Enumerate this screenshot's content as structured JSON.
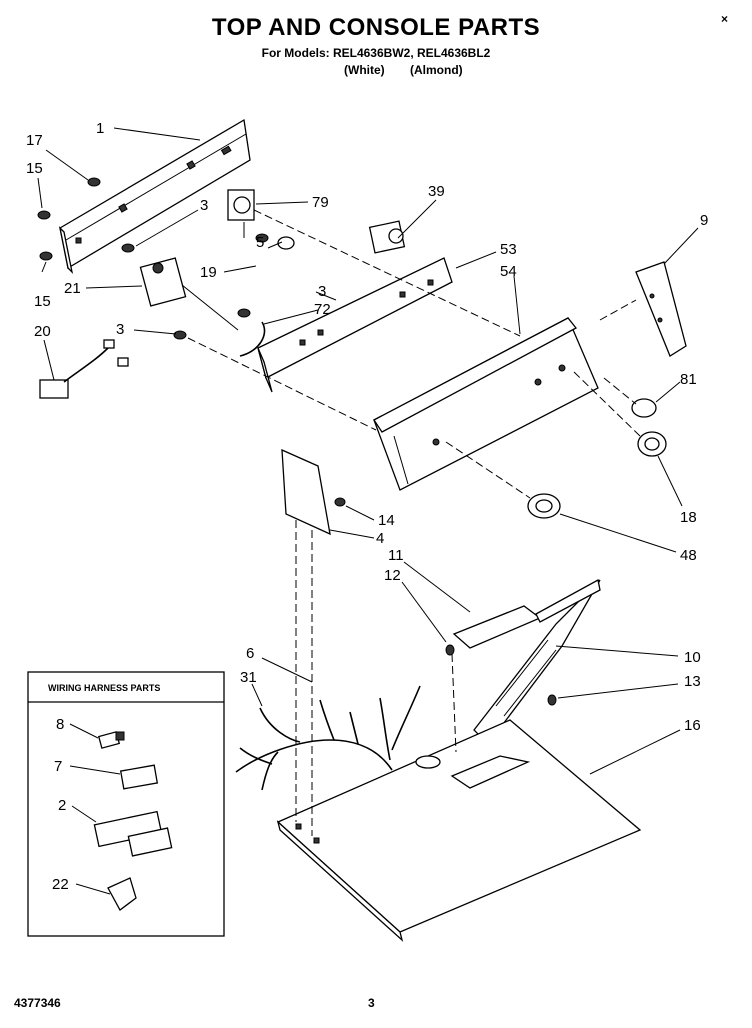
{
  "header": {
    "title": "TOP AND CONSOLE PARTS",
    "models_line": "For Models: REL4636BW2, REL4636BL2",
    "color_white": "(White)",
    "color_almond": "(Almond)",
    "corner_mark": "×"
  },
  "footer": {
    "part_number": "4377346",
    "page_number": "3"
  },
  "inset": {
    "title": "WIRING HARNESS PARTS",
    "callouts": [
      "8",
      "7",
      "2",
      "22"
    ]
  },
  "callouts": [
    "1",
    "17",
    "15",
    "3",
    "79",
    "39",
    "9",
    "5",
    "53",
    "54",
    "19",
    "21",
    "15",
    "3",
    "72",
    "20",
    "3",
    "81",
    "18",
    "14",
    "4",
    "48",
    "11",
    "12",
    "6",
    "31",
    "10",
    "13",
    "16"
  ]
}
